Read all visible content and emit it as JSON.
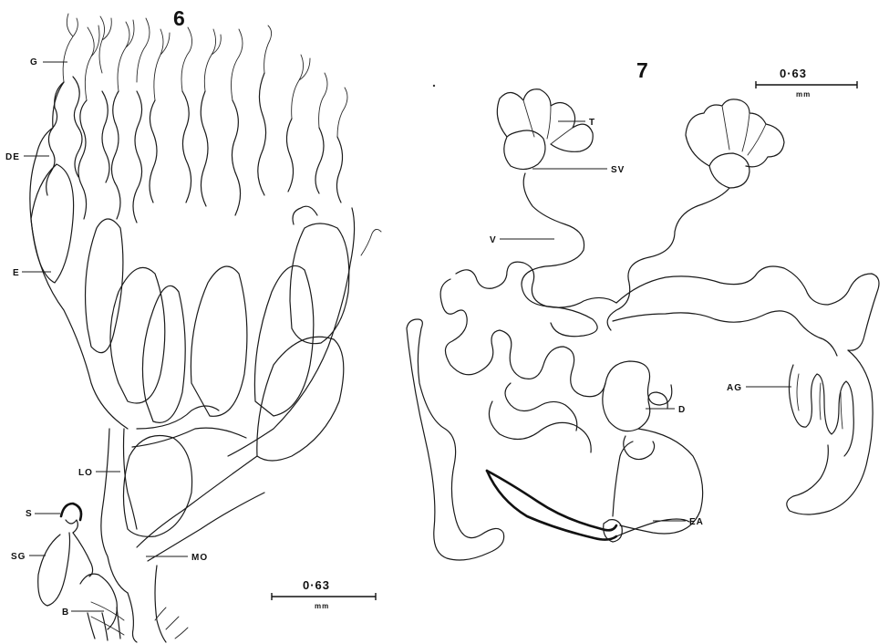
{
  "figure_6": {
    "number": "6",
    "scale_value": "0·63",
    "scale_unit": "mm",
    "labels": {
      "G": "G",
      "DE": "DE",
      "E": "E",
      "LO": "LO",
      "S": "S",
      "SG": "SG",
      "MO": "MO",
      "B": "B"
    }
  },
  "figure_7": {
    "number": "7",
    "scale_value": "0·63",
    "scale_unit": "mm",
    "labels": {
      "T": "T",
      "SV": "SV",
      "V": "V",
      "AG": "AG",
      "D": "D",
      "EA": "EA"
    }
  }
}
